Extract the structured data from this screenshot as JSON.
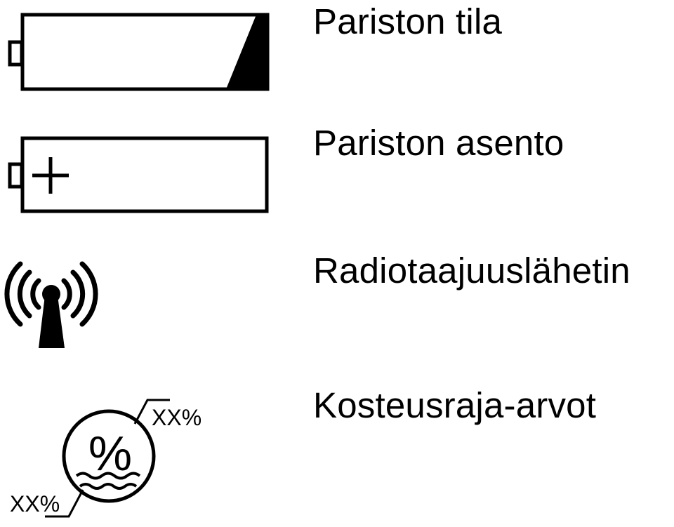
{
  "legend": {
    "items": [
      {
        "icon": "battery-status-icon",
        "label": "Pariston tila"
      },
      {
        "icon": "battery-position-icon",
        "label": "Pariston asento"
      },
      {
        "icon": "radio-transmitter-icon",
        "label": "Radiotaajuuslähetin"
      },
      {
        "icon": "humidity-limits-icon",
        "label": "Kosteusraja-arvot",
        "upper_limit_text": "XX%",
        "lower_limit_text": "XX%",
        "center_symbol": "%"
      }
    ]
  },
  "colors": {
    "stroke": "#000000",
    "background": "#ffffff"
  }
}
